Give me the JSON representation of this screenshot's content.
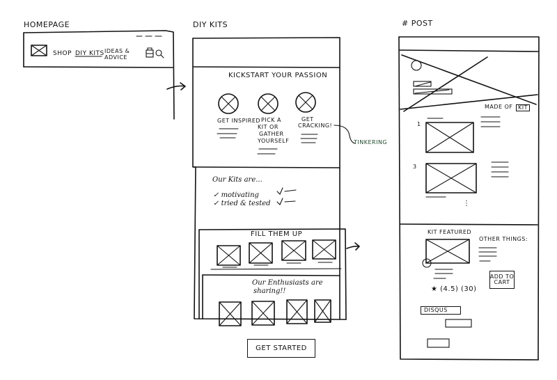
{
  "homepage": {
    "title": "HOMEPAGE",
    "nav": {
      "shop": "SHOP",
      "diy_kits": "DIY KITS",
      "ideas_line1": "IDEAS &",
      "ideas_line2": "ADVICE"
    }
  },
  "diy_kits": {
    "title": "DIY KITS",
    "hero": {
      "heading": "KICKSTART YOUR PASSION",
      "step1": "GET INSPIRED",
      "step2_l1": "PICK A",
      "step2_l2": "KIT OR",
      "step2_l3": "GATHER",
      "step2_l4": "YOURSELF",
      "step3_l1": "GET",
      "step3_l2": "CRACKING!"
    },
    "annotation": "TINKERING",
    "kits_are": {
      "heading": "Our Kits are...",
      "item1": "motivating",
      "item2": "tried & tested"
    },
    "fill_heading": "FILL THEM UP",
    "enthusiasts_l1": "Our Enthusiasts are",
    "enthusiasts_l2": "sharing!!",
    "cta": "GET STARTED"
  },
  "post": {
    "title": "# POST",
    "made_of": "MADE OF",
    "kit": "KIT",
    "step_1": "1",
    "step_3": "3",
    "ellipsis": "⋮",
    "kit_featured": "KIT FEATURED",
    "other_things": "OTHER THINGS:",
    "add_to_cart_l1": "ADD TO",
    "add_to_cart_l2": "CART",
    "rating": "★ (4.5) (30)",
    "disqus": "DISQUS"
  }
}
